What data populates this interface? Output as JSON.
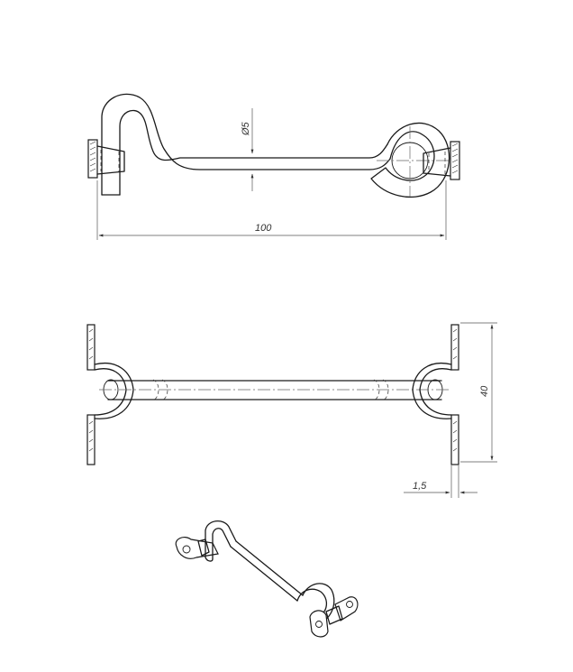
{
  "front_view": {
    "diameter_label": "Ø5",
    "length_label": "100"
  },
  "top_view": {
    "height_label": "40",
    "thickness_label": "1,5"
  },
  "iso_view": {}
}
